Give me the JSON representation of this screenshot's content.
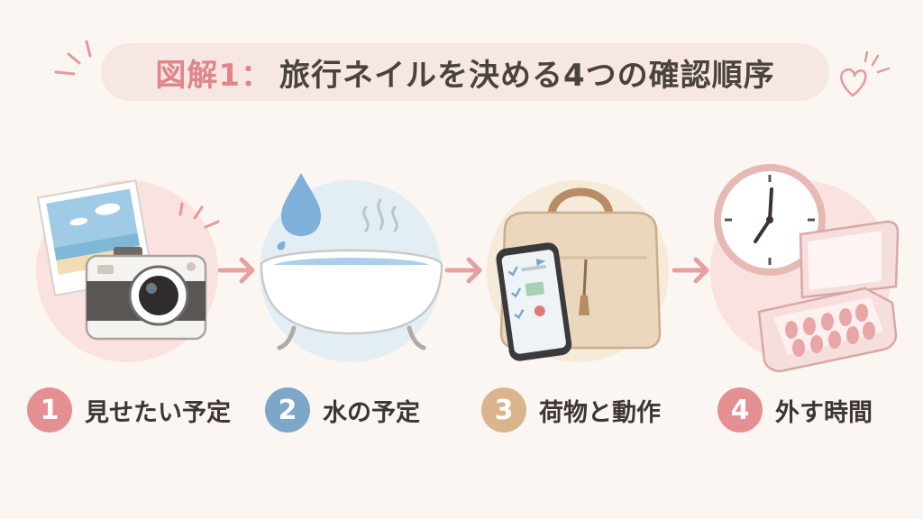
{
  "title": {
    "prefix": "図解1：",
    "main": "旅行ネイルを決める4つの確認順序"
  },
  "steps": [
    {
      "number": "1",
      "label": "見せたい予定",
      "color": "#e48f92",
      "bg": "#f9e2e0"
    },
    {
      "number": "2",
      "label": "水の予定",
      "color": "#7ea6c9",
      "bg": "#e3edf4"
    },
    {
      "number": "3",
      "label": "荷物と動作",
      "color": "#d9b48d",
      "bg": "#f6ead9"
    },
    {
      "number": "4",
      "label": "外す時間",
      "color": "#e48f92",
      "bg": "#f9e2e0"
    }
  ]
}
